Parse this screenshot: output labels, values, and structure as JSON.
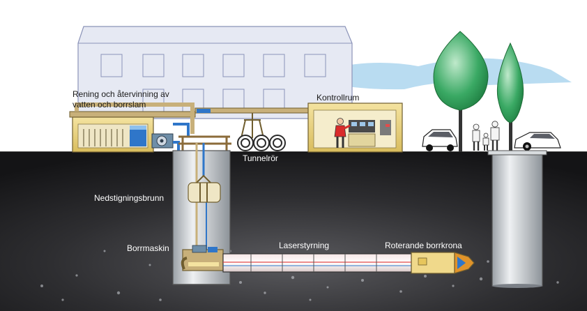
{
  "labels": {
    "rening_line1": "Rening och återvinning av",
    "rening_line2": "vatten och borrslam",
    "kontrollrum": "Kontrollrum",
    "tunnelror": "Tunnelrör",
    "nedstigningsbrunn": "Nedstigningsbrunn",
    "borrmaskin": "Borrmaskin",
    "laserstyrning": "Laserstyrning",
    "roterande_borrkrona": "Roterande borrkrona"
  },
  "colors": {
    "building": "#e6e9f3",
    "building_outline": "#8b93b8",
    "sky_cloud": "#b9dcf1",
    "ground_dark": "#1f1f21",
    "ground_mid": "#4a4a4e",
    "tank_yellow": "#e9d27a",
    "pipe_tan": "#c8b07a",
    "water_blue": "#2f76c9",
    "tree_green": "#2ea05a",
    "drill_orange": "#e0932a"
  }
}
